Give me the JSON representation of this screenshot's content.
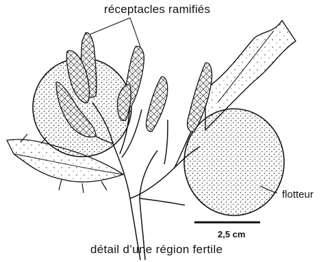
{
  "labels": {
    "top": "réceptacles ramifiés",
    "floater": "flotteur",
    "scale": "2,5 cm",
    "caption": "détail d’une région fertile"
  },
  "colors": {
    "ink": "#111111",
    "background": "#ffffff"
  }
}
